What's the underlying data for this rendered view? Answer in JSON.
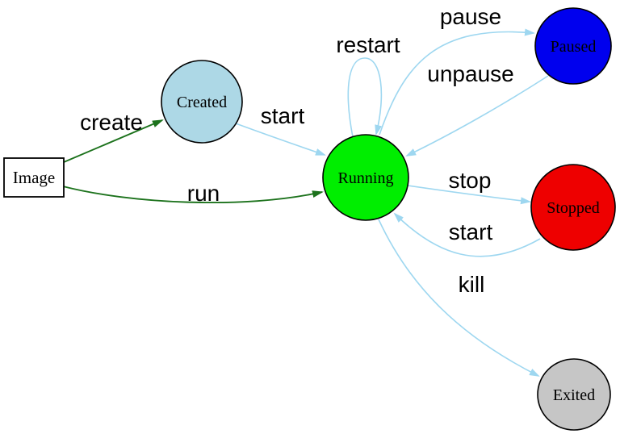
{
  "diagram": {
    "type": "state-diagram",
    "subject": "container lifecycle"
  },
  "colors": {
    "background": "#ffffff",
    "edge_blue": "#9ed7f0",
    "edge_green": "#1c721c",
    "node_border": "#000000",
    "label_text": "#000000"
  },
  "nodes": {
    "image": {
      "label": "Image",
      "shape": "rectangle",
      "fill": "#ffffff",
      "border": "#2222ee"
    },
    "created": {
      "label": "Created",
      "shape": "circle",
      "fill": "#add8e6",
      "border": "#000000"
    },
    "running": {
      "label": "Running",
      "shape": "circle",
      "fill": "#00ee00",
      "border": "#000000"
    },
    "paused": {
      "label": "Paused",
      "shape": "circle",
      "fill": "#0000ee",
      "border": "#000000"
    },
    "stopped": {
      "label": "Stopped",
      "shape": "circle",
      "fill": "#ee0000",
      "border": "#000000"
    },
    "exited": {
      "label": "Exited",
      "shape": "circle",
      "fill": "#c6c6c6",
      "border": "#000000"
    }
  },
  "edges": {
    "create": {
      "label": "create",
      "from": "Image",
      "to": "Created",
      "color": "#1c721c"
    },
    "run": {
      "label": "run",
      "from": "Image",
      "to": "Running",
      "color": "#1c721c"
    },
    "start_created": {
      "label": "start",
      "from": "Created",
      "to": "Running",
      "color": "#9ed7f0"
    },
    "restart": {
      "label": "restart",
      "from": "Running",
      "to": "Running",
      "color": "#9ed7f0"
    },
    "pause": {
      "label": "pause",
      "from": "Running",
      "to": "Paused",
      "color": "#9ed7f0"
    },
    "unpause": {
      "label": "unpause",
      "from": "Paused",
      "to": "Running",
      "color": "#9ed7f0"
    },
    "stop": {
      "label": "stop",
      "from": "Running",
      "to": "Stopped",
      "color": "#9ed7f0"
    },
    "start_stopped": {
      "label": "start",
      "from": "Stopped",
      "to": "Running",
      "color": "#9ed7f0"
    },
    "kill": {
      "label": "kill",
      "from": "Running",
      "to": "Exited",
      "color": "#9ed7f0"
    }
  }
}
